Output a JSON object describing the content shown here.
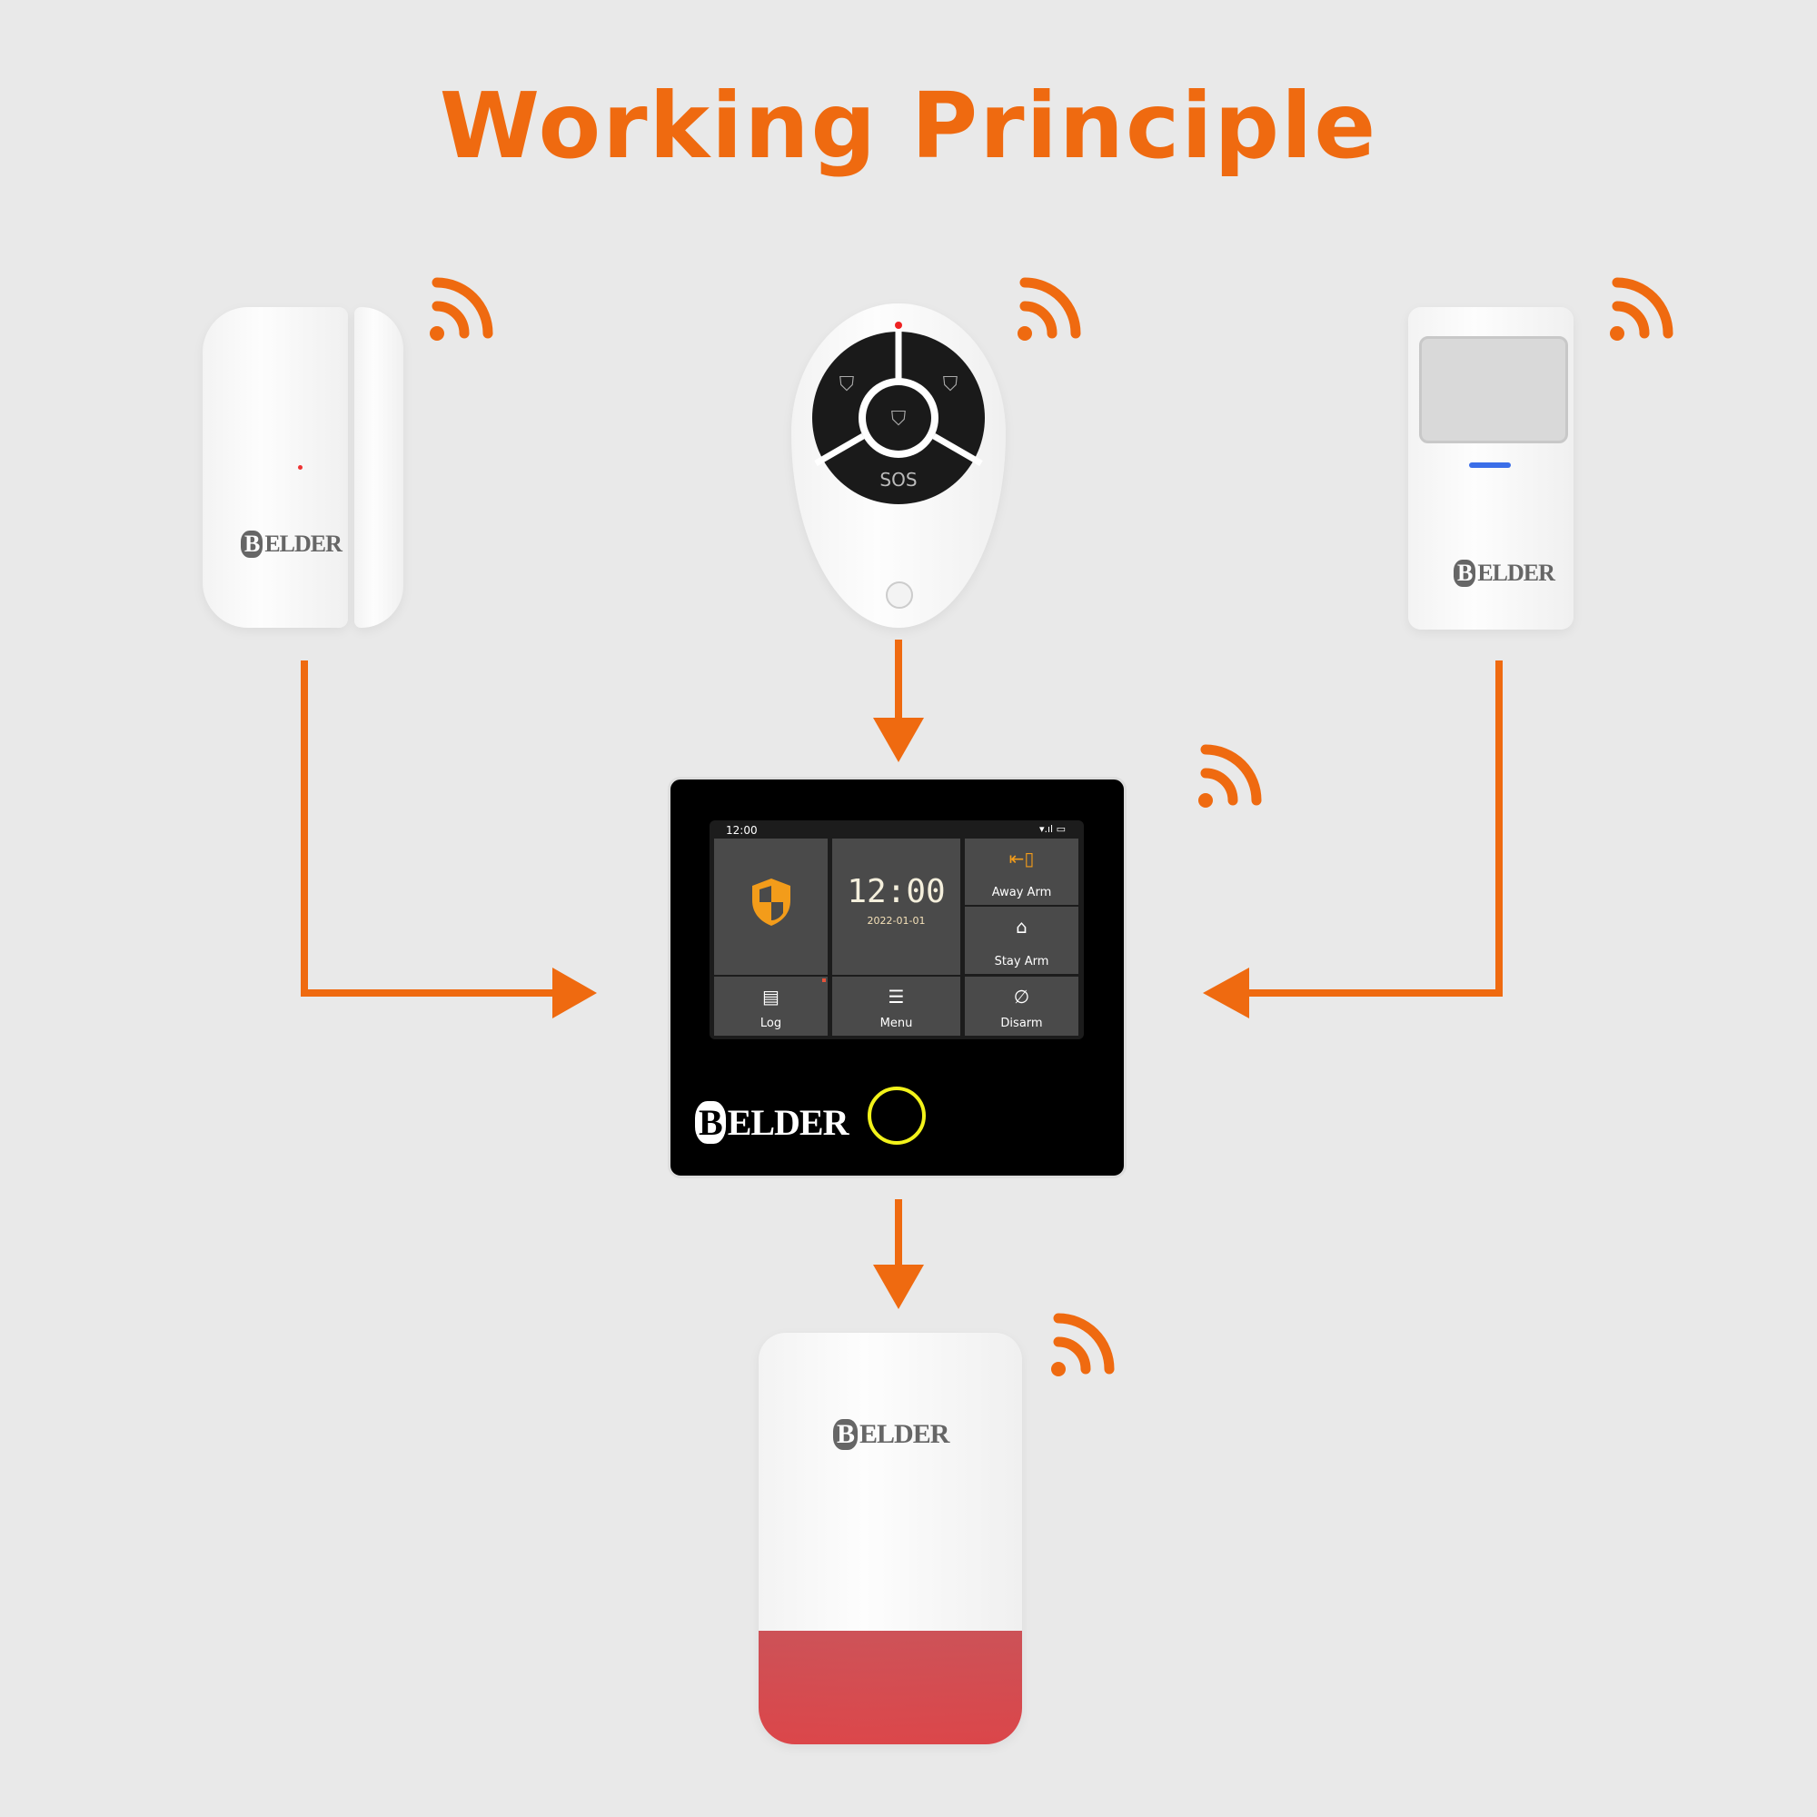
{
  "title": "Working Principle",
  "colors": {
    "accent": "#ef6a10",
    "background": "#e9e9e9",
    "panel": "#000000",
    "tile": "#4a4a4a",
    "siren_light": "#d9373b",
    "ring": "#f2f21a"
  },
  "brand": "ELDER",
  "devices": {
    "door_sensor": {
      "icon": "door-sensor"
    },
    "key_fob": {
      "icon": "remote-key-fob",
      "sos_label": "SOS"
    },
    "pir_sensor": {
      "icon": "motion-sensor"
    },
    "siren": {
      "icon": "siren"
    }
  },
  "panel": {
    "status_time": "12:00",
    "clock": "12:00",
    "date": "2022-01-01",
    "tiles": [
      {
        "label": "Away Arm",
        "icon": "away-arm-icon"
      },
      {
        "label": "Stay Arm",
        "icon": "stay-arm-icon"
      },
      {
        "label": "Log",
        "icon": "log-icon"
      },
      {
        "label": "Menu",
        "icon": "menu-icon"
      },
      {
        "label": "Disarm",
        "icon": "disarm-icon"
      }
    ]
  }
}
